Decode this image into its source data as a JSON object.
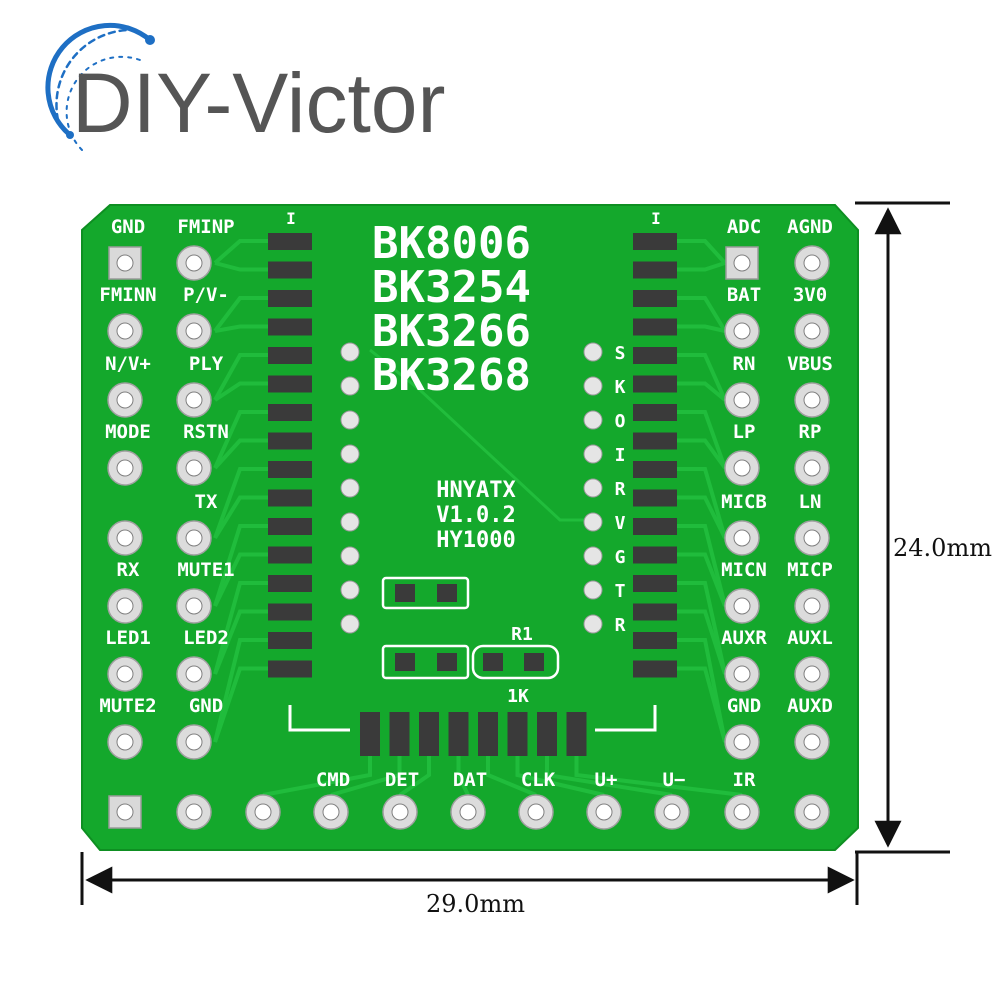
{
  "brand": {
    "name": "DIY-Victor"
  },
  "board": {
    "chip_lines": [
      "BK8006",
      "BK3254",
      "BK3266",
      "BK3268"
    ],
    "info_lines": [
      "HNYATX",
      "V1.0.2",
      "HY1000"
    ],
    "left_labels": [
      [
        "GND",
        "FMINP"
      ],
      [
        "FMINN",
        "P/V-"
      ],
      [
        "N/V+",
        "PLY"
      ],
      [
        "MODE",
        "RSTN"
      ],
      [
        "",
        "TX"
      ],
      [
        "RX",
        "MUTE1"
      ],
      [
        "LED1",
        "LED2"
      ],
      [
        "MUTE2",
        "GND"
      ]
    ],
    "right_labels": [
      [
        "ADC",
        "AGND"
      ],
      [
        "BAT",
        "3V0"
      ],
      [
        "RN",
        "VBUS"
      ],
      [
        "LP",
        "RP"
      ],
      [
        "MICB",
        "LN"
      ],
      [
        "MICN",
        "MICP"
      ],
      [
        "AUXR",
        "AUXL"
      ],
      [
        "GND",
        "AUXD"
      ]
    ],
    "bottom_labels": [
      "",
      "",
      "",
      "CMD",
      "DET",
      "DAT",
      "CLK",
      "U+",
      "U−",
      "IR",
      ""
    ],
    "inner_letters": [
      "S",
      "K",
      "O",
      "I",
      "R",
      "V",
      "G",
      "T",
      "R"
    ],
    "resistor_label": "R1",
    "resistor_value": "1K",
    "top_marks": [
      "I",
      "I"
    ]
  },
  "dimensions": {
    "height": "24.0mm",
    "width": "29.0mm"
  },
  "colors": {
    "pcb": "#14a82c",
    "pcb_dark": "#0f8f24",
    "trace": "#21bc3c",
    "pad": "#d8d8d8",
    "brand_text": "#555555",
    "brand_arc": "#1e6fc4"
  }
}
